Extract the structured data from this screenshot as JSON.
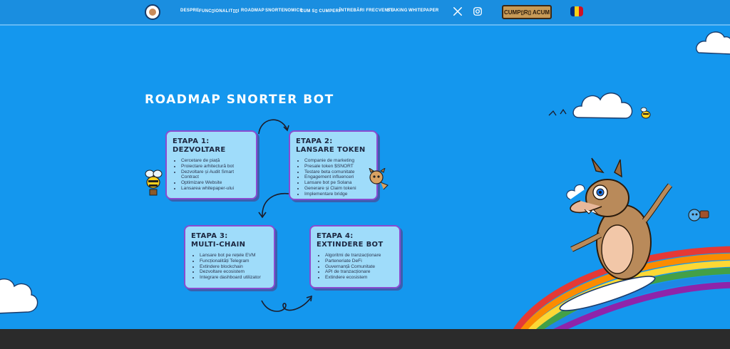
{
  "header": {
    "nav": [
      "DESPRE",
      "FUNC▯IONALIT▯▯I",
      "ROADMAP",
      "SNORTENOMICS",
      "CUM S▯ CUMPERI",
      "ÎNTREBĂRI FRECVENTE",
      "STAKING",
      "WHITEPAPER"
    ],
    "buy_label": "CUMP▯R▯ ACUM",
    "social_icons": [
      "x-icon",
      "instagram-icon"
    ],
    "flag": "romania-flag",
    "flag_colors": [
      "#002b7f",
      "#fcd116",
      "#ce1126"
    ]
  },
  "roadmap": {
    "title": "ROADMAP SNORTER BOT",
    "stages": [
      {
        "heading_line1": "ETAPA 1:",
        "heading_line2": "DEZVOLTARE",
        "items": [
          "Cercetare de piață",
          "Proiectare arhitectură bot",
          "Dezvoltare și Audit Smart Contract",
          "Optimizare Website",
          "Lansarea whitepaper-ului"
        ]
      },
      {
        "heading_line1": "ETAPA 2:",
        "heading_line2": "LANSARE TOKEN",
        "items": [
          "Companie de marketing",
          "Presale token $SNORT",
          "Testare beta comunitate",
          "Engagement influenceri",
          "Lansare bot pe Solana",
          "Generare și Claim tokeni",
          "Implementare bridge"
        ]
      },
      {
        "heading_line1": "ETAPA 3:",
        "heading_line2": "MULTI-CHAIN",
        "items": [
          "Lansare bot pe rețele EVM",
          "Funcționalități Telegram",
          "Extindere blockchain",
          "Dezvoltare ecosistem",
          "Integrare dashboard utilizator"
        ]
      },
      {
        "heading_line1": "ETAPA 4:",
        "heading_line2": "EXTINDERE BOT",
        "items": [
          "Algoritmi de tranzacționare",
          "Parteneriate DeFi",
          "Guvernanță Comunitate",
          "API de tranzacționare",
          "Extindere ecosistem"
        ]
      }
    ]
  },
  "colors": {
    "background": "#1497ee",
    "card_bg": "#9fdcfa",
    "card_border": "#8a4bd0"
  }
}
